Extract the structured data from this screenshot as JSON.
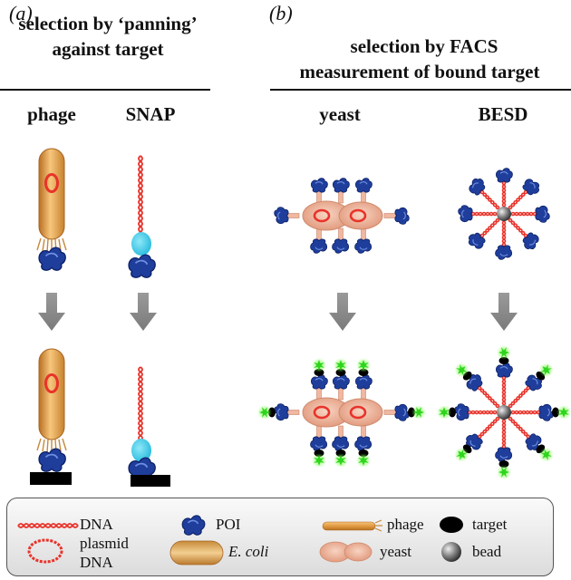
{
  "panels": {
    "a": {
      "letter": "(a)",
      "title_line1": "selection by ‘panning’",
      "title_line2": "against target",
      "col1": "phage",
      "col2": "SNAP"
    },
    "b": {
      "letter": "(b)",
      "title_line1": "selection by FACS",
      "title_line2": "measurement of bound target",
      "col1": "yeast",
      "col2": "BESD"
    }
  },
  "legend": {
    "dna": "DNA",
    "plasmid_line1": "plasmid",
    "plasmid_line2": "DNA",
    "poi": "POI",
    "ecoli": "E. coli",
    "phage": "phage",
    "yeast": "yeast",
    "target": "target",
    "bead": "bead"
  },
  "colors": {
    "dna": "#e8332a",
    "poi": "#1f3e9c",
    "phage": "#e6a24a",
    "yeast": "#ecab8c",
    "snap_tag": "#29c6e6",
    "target_fluor": "#3be32a",
    "arrow": "#8c8c8c",
    "bead": "#555555"
  }
}
